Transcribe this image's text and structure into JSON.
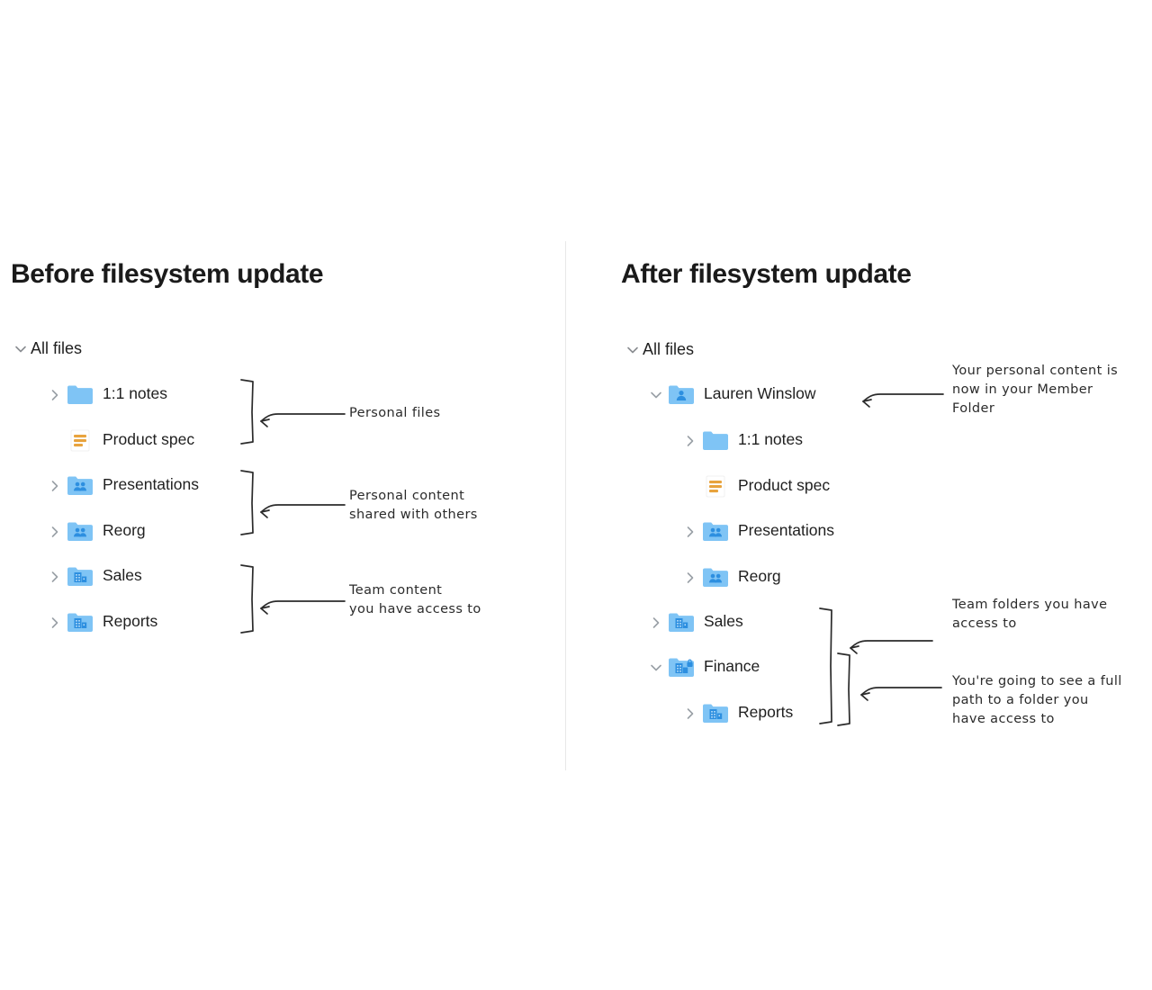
{
  "page": {
    "background": "#ffffff",
    "divider_color": "#e8e8e8",
    "accent_folder": "#7fc4f5",
    "accent_glyph": "#2d8fe0",
    "doc_accent": "#e8a33d",
    "text_color": "#1f1f1f"
  },
  "panels": [
    {
      "id": "before",
      "title": "Before filesystem update",
      "tree": {
        "root": {
          "label": "All files",
          "chevron": "chevron-down-icon",
          "expanded": true
        },
        "items": [
          {
            "label": "1:1 notes",
            "icon": "folder-icon",
            "chevron": "chevron-right-icon",
            "depth": 1
          },
          {
            "label": "Product spec",
            "icon": "document-icon",
            "chevron": "none",
            "depth": 1
          },
          {
            "label": "Presentations",
            "icon": "shared-folder-icon",
            "chevron": "chevron-right-icon",
            "depth": 1
          },
          {
            "label": "Reorg",
            "icon": "shared-folder-icon",
            "chevron": "chevron-right-icon",
            "depth": 1
          },
          {
            "label": "Sales",
            "icon": "team-folder-icon",
            "chevron": "chevron-right-icon",
            "depth": 1
          },
          {
            "label": "Reports",
            "icon": "team-folder-icon",
            "chevron": "chevron-right-icon",
            "depth": 1
          }
        ]
      },
      "annotations": [
        {
          "id": "personal-files",
          "text": "Personal files"
        },
        {
          "id": "personal-shared",
          "text": "Personal content\nshared with others"
        },
        {
          "id": "team-content",
          "text": "Team content\nyou have access to"
        }
      ]
    },
    {
      "id": "after",
      "title": "After filesystem update",
      "tree": {
        "root": {
          "label": "All files",
          "chevron": "chevron-down-icon",
          "expanded": true
        },
        "items": [
          {
            "label": "Lauren Winslow",
            "icon": "member-folder-icon",
            "chevron": "chevron-down-icon",
            "depth": 1
          },
          {
            "label": "1:1 notes",
            "icon": "folder-icon",
            "chevron": "chevron-right-icon",
            "depth": 2
          },
          {
            "label": "Product spec",
            "icon": "document-icon",
            "chevron": "none",
            "depth": 2
          },
          {
            "label": "Presentations",
            "icon": "shared-folder-icon",
            "chevron": "chevron-right-icon",
            "depth": 2
          },
          {
            "label": "Reorg",
            "icon": "shared-folder-icon",
            "chevron": "chevron-right-icon",
            "depth": 2
          },
          {
            "label": "Sales",
            "icon": "team-folder-icon",
            "chevron": "chevron-right-icon",
            "depth": 1
          },
          {
            "label": "Finance",
            "icon": "locked-team-folder-icon",
            "chevron": "chevron-down-icon",
            "depth": 1
          },
          {
            "label": "Reports",
            "icon": "team-folder-icon",
            "chevron": "chevron-right-icon",
            "depth": 2
          }
        ]
      },
      "annotations": [
        {
          "id": "member-folder",
          "text": "Your personal content is\nnow in your Member\nFolder"
        },
        {
          "id": "team-folders",
          "text": "Team folders you have\naccess to"
        },
        {
          "id": "full-path",
          "text": "You're going to see a full\npath to a folder you\nhave access to"
        }
      ]
    }
  ]
}
